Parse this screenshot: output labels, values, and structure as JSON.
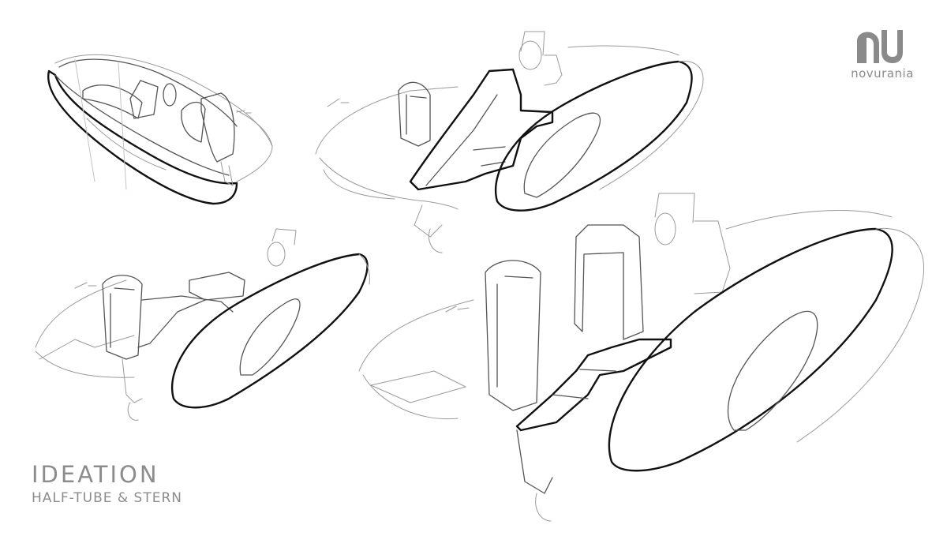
{
  "brand": {
    "name": "novurania",
    "mark": "NU",
    "color": "#8a8a8a"
  },
  "caption": {
    "title": "IDEATION",
    "subtitle": "HALF-TUBE & STERN"
  },
  "sketches": [
    {
      "id": "sketch-top-left",
      "view": "three-quarter bow view, small"
    },
    {
      "id": "sketch-top-center",
      "view": "stern three-quarter view"
    },
    {
      "id": "sketch-middle-left",
      "view": "stern three-quarter view"
    },
    {
      "id": "sketch-bottom-right",
      "view": "stern three-quarter view, large"
    }
  ],
  "colors": {
    "background": "#ffffff",
    "linework": "#111111",
    "text": "#8c8c8c"
  }
}
